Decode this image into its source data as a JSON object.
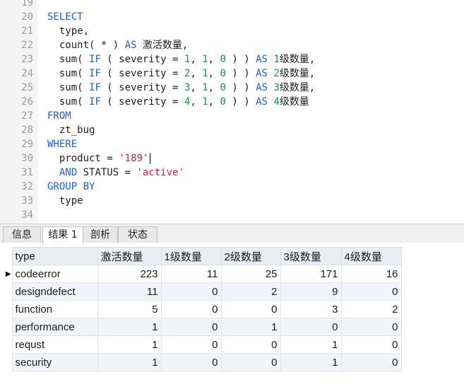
{
  "editor": {
    "lines": [
      {
        "n": "19",
        "tokens": []
      },
      {
        "n": "20",
        "tokens": [
          {
            "t": "SELECT",
            "c": "kw"
          }
        ]
      },
      {
        "n": "21",
        "tokens": [
          {
            "t": "  type,",
            "c": "tx"
          }
        ]
      },
      {
        "n": "22",
        "tokens": [
          {
            "t": "  count( * ) ",
            "c": "tx"
          },
          {
            "t": "AS",
            "c": "kw"
          },
          {
            "t": " 激活数量,",
            "c": "tx"
          }
        ]
      },
      {
        "n": "23",
        "tokens": [
          {
            "t": "  sum( ",
            "c": "tx"
          },
          {
            "t": "IF",
            "c": "kw"
          },
          {
            "t": " ( severity = ",
            "c": "tx"
          },
          {
            "t": "1",
            "c": "num"
          },
          {
            "t": ", ",
            "c": "tx"
          },
          {
            "t": "1",
            "c": "num"
          },
          {
            "t": ", ",
            "c": "tx"
          },
          {
            "t": "0",
            "c": "num"
          },
          {
            "t": " ) ) ",
            "c": "tx"
          },
          {
            "t": "AS",
            "c": "kw"
          },
          {
            "t": " ",
            "c": "tx"
          },
          {
            "t": "1",
            "c": "num"
          },
          {
            "t": "级数量,",
            "c": "tx"
          }
        ]
      },
      {
        "n": "24",
        "tokens": [
          {
            "t": "  sum( ",
            "c": "tx"
          },
          {
            "t": "IF",
            "c": "kw"
          },
          {
            "t": " ( severity = ",
            "c": "tx"
          },
          {
            "t": "2",
            "c": "num"
          },
          {
            "t": ", ",
            "c": "tx"
          },
          {
            "t": "1",
            "c": "num"
          },
          {
            "t": ", ",
            "c": "tx"
          },
          {
            "t": "0",
            "c": "num"
          },
          {
            "t": " ) ) ",
            "c": "tx"
          },
          {
            "t": "AS",
            "c": "kw"
          },
          {
            "t": " ",
            "c": "tx"
          },
          {
            "t": "2",
            "c": "num"
          },
          {
            "t": "级数量,",
            "c": "tx"
          }
        ]
      },
      {
        "n": "25",
        "tokens": [
          {
            "t": "  sum( ",
            "c": "tx"
          },
          {
            "t": "IF",
            "c": "kw"
          },
          {
            "t": " ( severity = ",
            "c": "tx"
          },
          {
            "t": "3",
            "c": "num"
          },
          {
            "t": ", ",
            "c": "tx"
          },
          {
            "t": "1",
            "c": "num"
          },
          {
            "t": ", ",
            "c": "tx"
          },
          {
            "t": "0",
            "c": "num"
          },
          {
            "t": " ) ) ",
            "c": "tx"
          },
          {
            "t": "AS",
            "c": "kw"
          },
          {
            "t": " ",
            "c": "tx"
          },
          {
            "t": "3",
            "c": "num"
          },
          {
            "t": "级数量,",
            "c": "tx"
          }
        ]
      },
      {
        "n": "26",
        "tokens": [
          {
            "t": "  sum( ",
            "c": "tx"
          },
          {
            "t": "IF",
            "c": "kw"
          },
          {
            "t": " ( severity = ",
            "c": "tx"
          },
          {
            "t": "4",
            "c": "num"
          },
          {
            "t": ", ",
            "c": "tx"
          },
          {
            "t": "1",
            "c": "num"
          },
          {
            "t": ", ",
            "c": "tx"
          },
          {
            "t": "0",
            "c": "num"
          },
          {
            "t": " ) ) ",
            "c": "tx"
          },
          {
            "t": "AS",
            "c": "kw"
          },
          {
            "t": " ",
            "c": "tx"
          },
          {
            "t": "4",
            "c": "num"
          },
          {
            "t": "级数量",
            "c": "tx"
          }
        ]
      },
      {
        "n": "27",
        "tokens": [
          {
            "t": "FROM",
            "c": "kw"
          }
        ]
      },
      {
        "n": "28",
        "tokens": [
          {
            "t": "  zt_bug",
            "c": "tx"
          }
        ]
      },
      {
        "n": "29",
        "tokens": [
          {
            "t": "WHERE",
            "c": "kw"
          }
        ]
      },
      {
        "n": "30",
        "tokens": [
          {
            "t": "  product = ",
            "c": "tx"
          },
          {
            "t": "'189'",
            "c": "str"
          }
        ],
        "cursor": true
      },
      {
        "n": "31",
        "tokens": [
          {
            "t": "  ",
            "c": "tx"
          },
          {
            "t": "AND",
            "c": "kw"
          },
          {
            "t": " STATUS = ",
            "c": "tx"
          },
          {
            "t": "'active'",
            "c": "str"
          }
        ]
      },
      {
        "n": "32",
        "tokens": [
          {
            "t": "GROUP BY",
            "c": "kw"
          }
        ]
      },
      {
        "n": "33",
        "tokens": [
          {
            "t": "  type",
            "c": "tx"
          }
        ]
      },
      {
        "n": "34",
        "tokens": []
      }
    ]
  },
  "tabs": {
    "info": "信息",
    "result": "结果 1",
    "profile": "剖析",
    "status": "状态"
  },
  "result": {
    "columns": [
      "type",
      "激活数量",
      "1级数量",
      "2级数量",
      "3级数量",
      "4级数量"
    ],
    "rows": [
      [
        "codeerror",
        "223",
        "11",
        "25",
        "171",
        "16"
      ],
      [
        "designdefect",
        "11",
        "0",
        "2",
        "9",
        "0"
      ],
      [
        "function",
        "5",
        "0",
        "0",
        "3",
        "2"
      ],
      [
        "performance",
        "1",
        "0",
        "1",
        "0",
        "0"
      ],
      [
        "requst",
        "1",
        "0",
        "0",
        "1",
        "0"
      ],
      [
        "security",
        "1",
        "0",
        "0",
        "1",
        "0"
      ]
    ],
    "current_row_marker": "▶"
  },
  "colors": {
    "keyword": "#1f5fd6",
    "number": "#109a3e",
    "string": "#d8204a",
    "header_bg": "#e8edf6"
  }
}
